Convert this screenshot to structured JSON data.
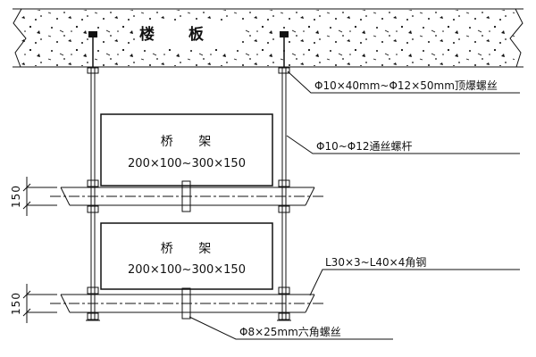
{
  "drawing": {
    "slab_label": "楼 板",
    "tray1": {
      "name": "桥 架",
      "size": "200×100~300×150"
    },
    "tray2": {
      "name": "桥 架",
      "size": "200×100~300×150"
    },
    "dim_upper": "150",
    "dim_lower": "150",
    "callouts": {
      "anchor_bolt": "Φ10×40mm~Φ12×50mm顶爆螺丝",
      "threaded_rod": "Φ10~Φ12通丝螺杆",
      "angle_steel": "L30×3~L40×4角钢",
      "hex_bolt": "Φ8×25mm六角螺丝"
    }
  },
  "colors": {
    "line": "#111111",
    "background": "#ffffff"
  }
}
